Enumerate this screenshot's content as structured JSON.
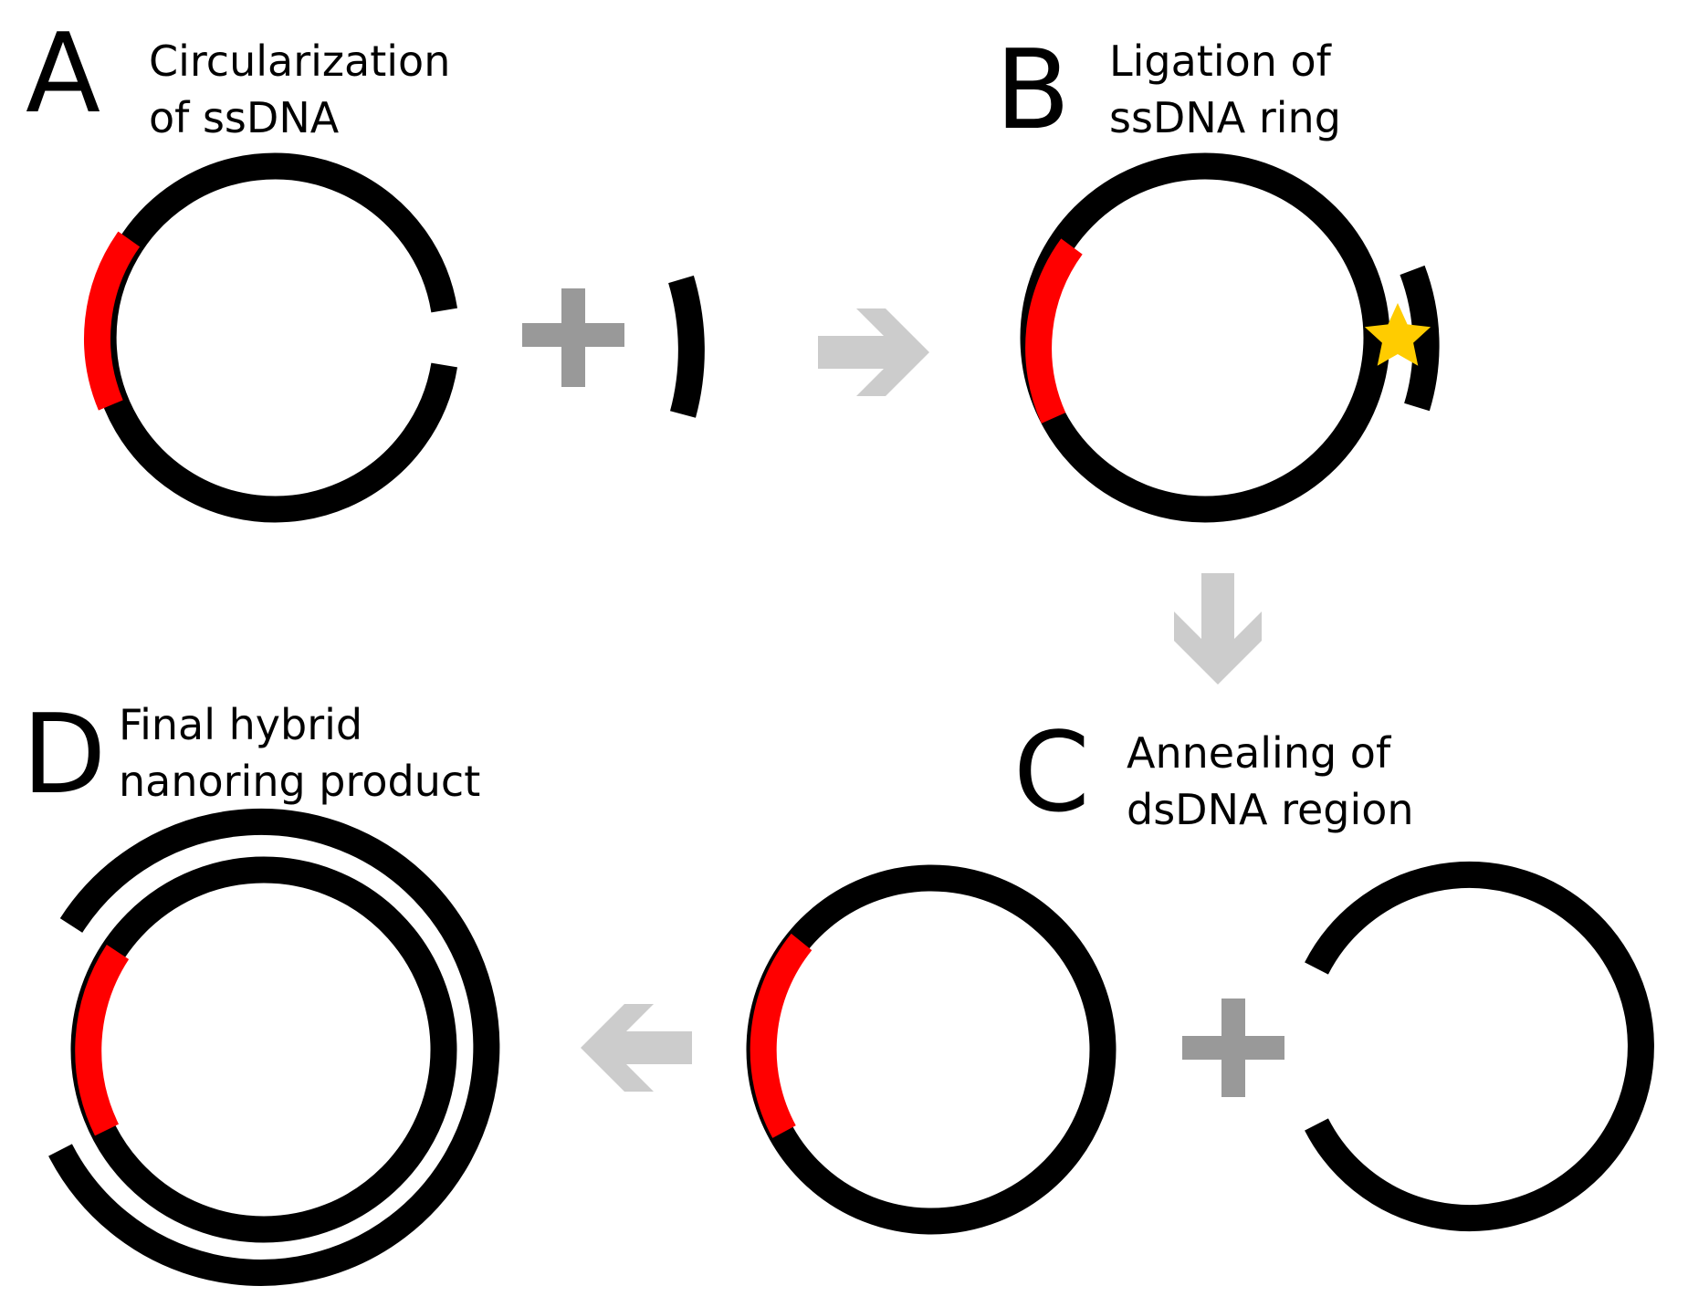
{
  "panels": {
    "a": {
      "letter": "A",
      "caption_line1": "Circularization",
      "caption_line2": "of ssDNA"
    },
    "b": {
      "letter": "B",
      "caption_line1": "Ligation of",
      "caption_line2": "ssDNA ring"
    },
    "c": {
      "letter": "C",
      "caption_line1": "Annealing of",
      "caption_line2": "dsDNA region"
    },
    "d": {
      "letter": "D",
      "caption_line1": "Final hybrid",
      "caption_line2": "nanoring product"
    }
  },
  "colors": {
    "strand": "#000000",
    "highlight_region": "#ff0000",
    "plus_sign": "#999999",
    "arrow": "#cccccc",
    "ligation_star": "#ffcc00"
  }
}
